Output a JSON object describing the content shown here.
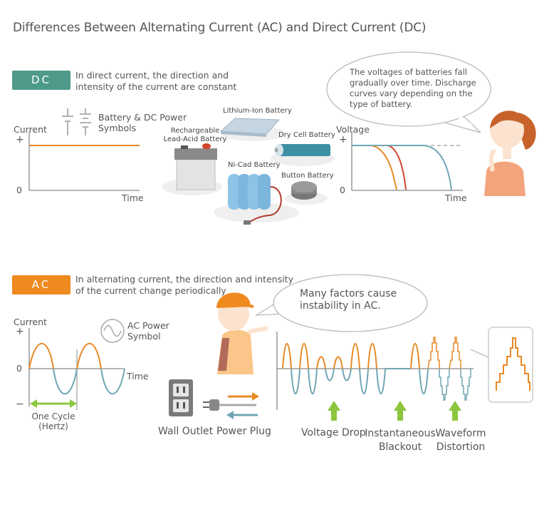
{
  "title": "Differences Between Alternating Current (AC) and Direct Current (DC)",
  "dc": {
    "badge": "DC",
    "description_line1": "In direct current, the direction and",
    "description_line2": "intensity of the current are constant",
    "graph": {
      "ylabel": "Current",
      "plus": "+",
      "zero": "0",
      "xlabel": "Time"
    },
    "symbol_label_line1": "Battery & DC Power",
    "symbol_label_line2": "Symbols",
    "batteries": {
      "lithium_ion": "Lithium-Ion Battery",
      "lead_acid_line1": "Rechargeable",
      "lead_acid_line2": "Lead-Acid Battery",
      "dry_cell": "Dry Cell Battery",
      "nicad": "Ni-Cad Battery",
      "button": "Button Battery"
    },
    "voltage_graph": {
      "ylabel": "Voltage",
      "plus": "+",
      "zero": "0",
      "xlabel": "Time"
    },
    "speech_line1": "The voltages of batteries fall",
    "speech_line2": "gradually over time. Discharge",
    "speech_line3": "curves vary depending on the",
    "speech_line4": "type of battery."
  },
  "ac": {
    "badge": "AC",
    "description_line1": "In alternating current, the direction and intensity",
    "description_line2": "of the current change periodically",
    "graph": {
      "ylabel": "Current",
      "plus": "+",
      "zero": "0",
      "minus": "−",
      "xlabel": "Time"
    },
    "symbol_label_line1": "AC Power",
    "symbol_label_line2": "Symbol",
    "cycle_line1": "One Cycle",
    "cycle_line2": "(Hertz)",
    "speech_line1": "Many factors cause",
    "speech_line2": "instability in AC.",
    "wall_outlet": "Wall Outlet",
    "power_plug": "Power Plug",
    "voltage_drop": "Voltage Drop",
    "blackout_line1": "Instantaneous",
    "blackout_line2": "Blackout",
    "distortion_line1": "Waveform",
    "distortion_line2": "Distortion"
  },
  "colors": {
    "dc_badge": "#4e9a8a",
    "ac_badge": "#ee8a1e",
    "orange": "#e88a26",
    "blue": "#6fa6b4",
    "red": "#d2452e",
    "green": "#8cc63f",
    "axis": "#888888"
  }
}
